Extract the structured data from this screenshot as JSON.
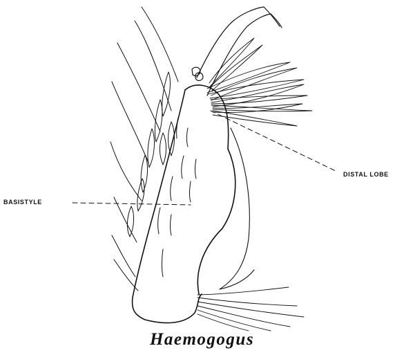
{
  "labels": {
    "distal_lobe": "DISTAL LOBE",
    "basistyle": "BASISTYLE"
  },
  "caption": "Haemogogus",
  "colors": {
    "ink": "#111111",
    "background": "#ffffff"
  }
}
